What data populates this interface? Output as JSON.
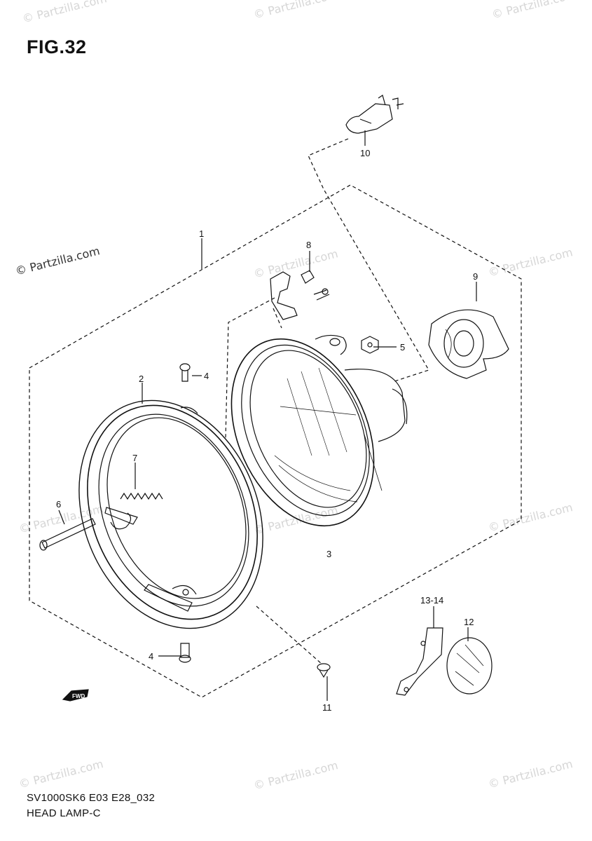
{
  "figure": {
    "title": "FIG.32",
    "code": "SV1000SK6 E03 E28_032",
    "name": "HEAD LAMP-C"
  },
  "watermark": "© Partzilla.com",
  "fwd_label": "FWD",
  "callouts": [
    "1",
    "2",
    "3",
    "4",
    "4",
    "5",
    "6",
    "7",
    "8",
    "9",
    "10",
    "11",
    "12",
    "13-14"
  ]
}
